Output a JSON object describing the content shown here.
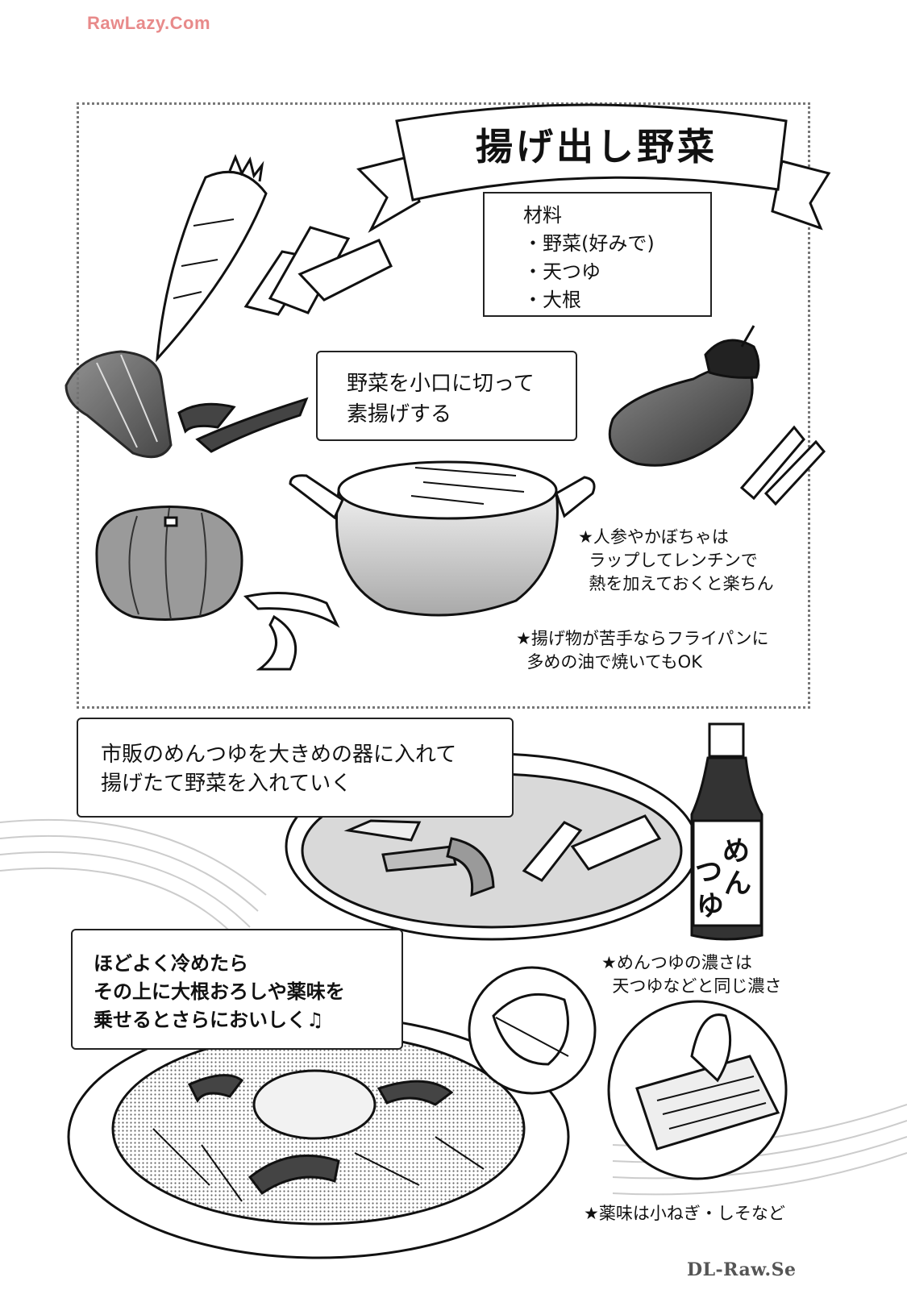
{
  "watermarks": {
    "top": "RawLazy.Com",
    "bottom": "DL-Raw.Se"
  },
  "title": "揚げ出し野菜",
  "ingredients": {
    "heading": "材料",
    "items": [
      "・野菜(好みで)",
      "・天つゆ",
      "・大根"
    ]
  },
  "steps": {
    "step1": [
      "野菜を小口に切って",
      "素揚げする"
    ],
    "step2": [
      "市販のめんつゆを大きめの器に入れて",
      "揚げたて野菜を入れていく"
    ],
    "step3": [
      "ほどよく冷めたら",
      "その上に大根おろしや薬味を",
      "乗せるとさらにおいしく♫"
    ]
  },
  "notes": {
    "note1": "★人参やかぼちゃは\n  ラップしてレンチンで\n  熱を加えておくと楽ちん",
    "note2": "★揚げ物が苦手ならフライパンに\n  多めの油で焼いてもOK",
    "note3": "★めんつゆの濃さは\n  天つゆなどと同じ濃さ",
    "note4": "★薬味は小ねぎ・しそなど"
  },
  "bottle_label": {
    "me": "め",
    "n": "ん",
    "tsu": "つ",
    "yu": "ゆ"
  }
}
